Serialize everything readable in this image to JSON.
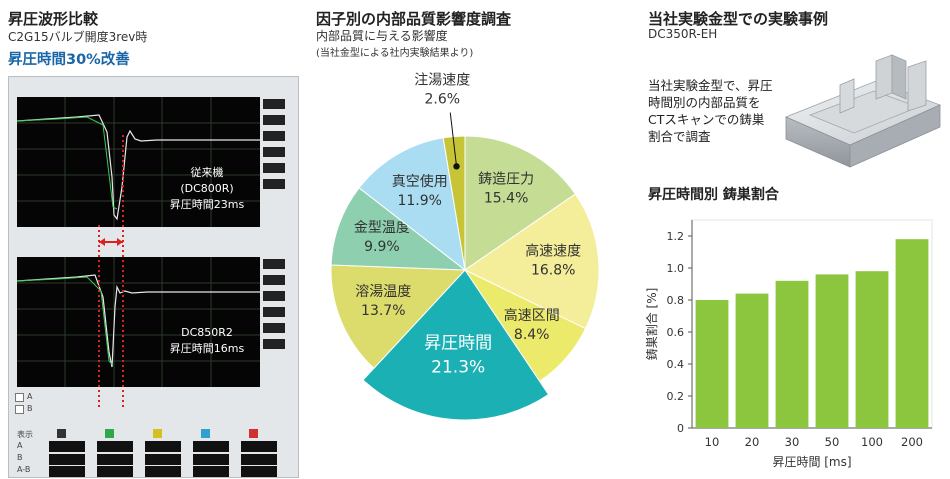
{
  "left": {
    "title": "昇圧波形比較",
    "subtitle": "C2G15バルブ開度3rev時",
    "highlight": "昇圧時間30%改善",
    "scope1_label": [
      "従来機",
      "(DC800R)",
      "昇圧時間23ms"
    ],
    "scope2_label": [
      "DC850R2",
      "昇圧時間16ms"
    ],
    "check_labels": [
      "A",
      "B"
    ],
    "table_labels": [
      "表示",
      "A",
      "B",
      "A-B"
    ]
  },
  "middle": {
    "title": "因子別の内部品質影響度調査",
    "subtitle": "内部品質に与える影響度",
    "note": "(当社金型による社内実験結果より)"
  },
  "right": {
    "title": "当社実験金型での実験事例",
    "model": "DC350R-EH",
    "intro": [
      "当社実験金型で、昇圧",
      "時間別の内部品質を",
      "CTスキャンでの鋳巣",
      "割合で調査"
    ],
    "chart_title": "昇圧時間別 鋳巣割合"
  },
  "chart_data": [
    {
      "type": "pie",
      "categories": [
        "鋳造圧力",
        "高速速度",
        "高速区間",
        "昇圧時間",
        "溶湯温度",
        "金型温度",
        "真空使用",
        "注湯速度"
      ],
      "values": [
        15.4,
        16.8,
        8.4,
        21.3,
        13.7,
        9.9,
        11.9,
        2.6
      ],
      "labels": [
        "15.4%",
        "16.8%",
        "8.4%",
        "21.3%",
        "13.7%",
        "9.9%",
        "11.9%",
        "2.6%"
      ],
      "colors": [
        "#c4dc94",
        "#f4ee9a",
        "#ecea6a",
        "#1bb0b4",
        "#dcdc6c",
        "#8ecfb0",
        "#aadcf2",
        "#c8c438"
      ],
      "highlight": "昇圧時間"
    },
    {
      "type": "bar",
      "categories": [
        "10",
        "20",
        "30",
        "50",
        "100",
        "200"
      ],
      "values": [
        0.8,
        0.84,
        0.92,
        0.96,
        0.98,
        1.18
      ],
      "xlabel": "昇圧時間 [ms]",
      "ylabel": "鋳巣割合 [%]",
      "ylim": [
        0,
        1.3
      ],
      "yticks": [
        "0",
        "0.2",
        "0.4",
        "0.6",
        "0.8",
        "1.0",
        "1.2"
      ],
      "color": "#8cc63e"
    }
  ]
}
